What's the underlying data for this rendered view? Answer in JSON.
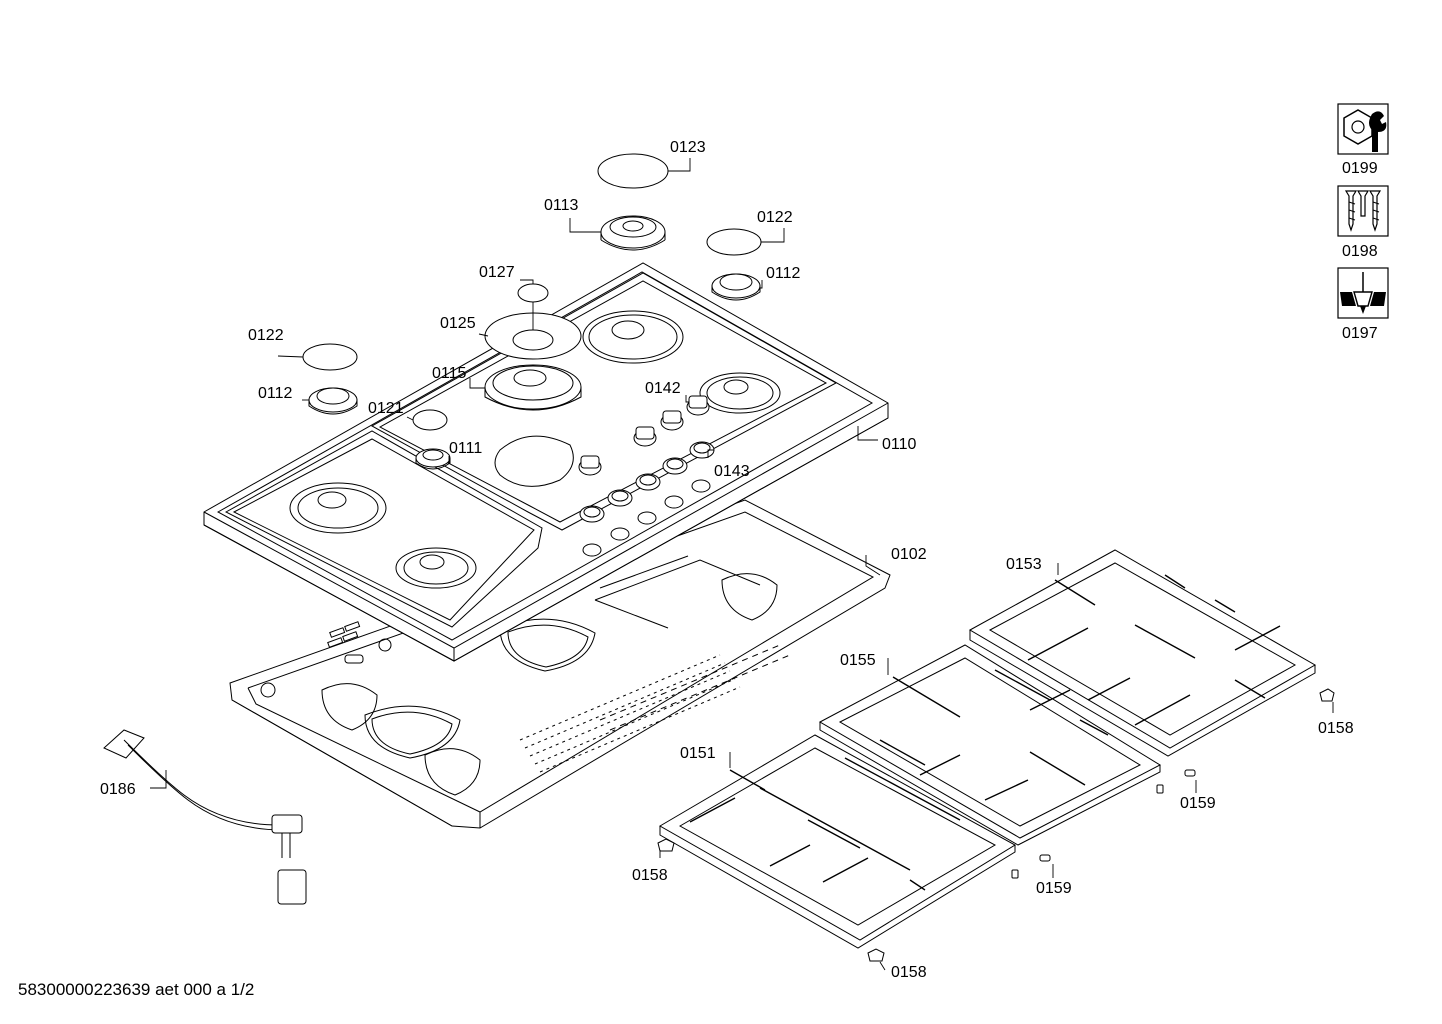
{
  "callouts": {
    "p0123": "0123",
    "p0113": "0113",
    "p0122a": "0122",
    "p0122b": "0122",
    "p0112a": "0112",
    "p0112b": "0112",
    "p0127": "0127",
    "p0125": "0125",
    "p0115": "0115",
    "p0121": "0121",
    "p0111": "0111",
    "p0142": "0142",
    "p0143": "0143",
    "p0110": "0110",
    "p0102": "0102",
    "p0153": "0153",
    "p0155": "0155",
    "p0151": "0151",
    "p0158a": "0158",
    "p0158b": "0158",
    "p0158c": "0158",
    "p0159a": "0159",
    "p0159b": "0159",
    "p0186": "0186"
  },
  "legend": {
    "p0199": "0199",
    "p0198": "0198",
    "p0197": "0197"
  },
  "footer": "58300000223639 aet 000 a 1/2",
  "icons": [
    "wrench-nut-icon",
    "screws-icon",
    "screwdriver-icon"
  ]
}
